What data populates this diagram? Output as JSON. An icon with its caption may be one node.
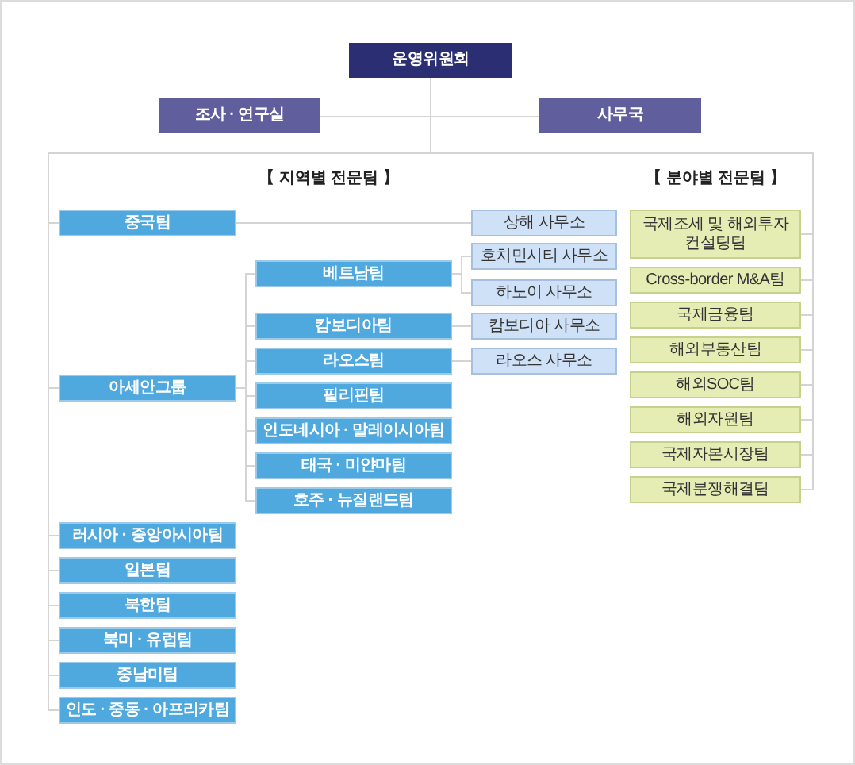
{
  "diagram": {
    "nodes": [
      {
        "text": [
          "운영위원회"
        ]
      },
      {
        "text": [
          "조사 · 연구실"
        ]
      },
      {
        "text": [
          "사무국"
        ]
      },
      {
        "text": [
          "중국팀"
        ]
      },
      {
        "text": [
          "아세안그룹"
        ]
      },
      {
        "text": [
          "베트남팀"
        ]
      },
      {
        "text": [
          "캄보디아팀"
        ]
      },
      {
        "text": [
          "라오스팀"
        ]
      },
      {
        "text": [
          "필리핀팀"
        ]
      },
      {
        "text": [
          "인도네시아 · 말레이시아팀"
        ]
      },
      {
        "text": [
          "태국 · 미얀마팀"
        ]
      },
      {
        "text": [
          "호주 · 뉴질랜드팀"
        ]
      },
      {
        "text": [
          "러시아 · 중앙아시아팀"
        ]
      },
      {
        "text": [
          "일본팀"
        ]
      },
      {
        "text": [
          "북한팀"
        ]
      },
      {
        "text": [
          "북미 · 유럽팀"
        ]
      },
      {
        "text": [
          "중남미팀"
        ]
      },
      {
        "text": [
          "인도 · 중동 · 아프리카팀"
        ]
      },
      {
        "text": [
          "상해 사무소"
        ]
      },
      {
        "text": [
          "호치민시티 사무소"
        ]
      },
      {
        "text": [
          "하노이 사무소"
        ]
      },
      {
        "text": [
          "캄보디아 사무소"
        ]
      },
      {
        "text": [
          "라오스 사무소"
        ]
      },
      {
        "text": [
          "국제조세 및 해외투자 컨설팅팀"
        ]
      },
      {
        "text": [
          "Cross-border M&A팀"
        ]
      },
      {
        "text": [
          "국제금융팀"
        ]
      },
      {
        "text": [
          "해외부동산팀"
        ]
      },
      {
        "text": [
          "해외SOC팀"
        ]
      },
      {
        "text": [
          "해외자원팀"
        ]
      },
      {
        "text": [
          "국제자본시장팀"
        ]
      },
      {
        "text": [
          "국제분쟁해결팀"
        ]
      }
    ],
    "edges": [
      {
        "from": 0,
        "to": 1,
        "arrow": "none"
      },
      {
        "from": 0,
        "to": 2,
        "arrow": "none"
      },
      {
        "from": 0,
        "to": 3,
        "arrow": "none"
      },
      {
        "from": 0,
        "to": 4,
        "arrow": "none"
      },
      {
        "from": 0,
        "to": 12,
        "arrow": "none"
      },
      {
        "from": 0,
        "to": 13,
        "arrow": "none"
      },
      {
        "from": 0,
        "to": 14,
        "arrow": "none"
      },
      {
        "from": 0,
        "to": 15,
        "arrow": "none"
      },
      {
        "from": 0,
        "to": 16,
        "arrow": "none"
      },
      {
        "from": 0,
        "to": 17,
        "arrow": "none"
      },
      {
        "from": 0,
        "to": 23,
        "arrow": "none"
      },
      {
        "from": 0,
        "to": 24,
        "arrow": "none"
      },
      {
        "from": 0,
        "to": 25,
        "arrow": "none"
      },
      {
        "from": 0,
        "to": 26,
        "arrow": "none"
      },
      {
        "from": 0,
        "to": 27,
        "arrow": "none"
      },
      {
        "from": 0,
        "to": 28,
        "arrow": "none"
      },
      {
        "from": 0,
        "to": 29,
        "arrow": "none"
      },
      {
        "from": 0,
        "to": 30,
        "arrow": "none"
      },
      {
        "from": 4,
        "to": 5,
        "arrow": "none"
      },
      {
        "from": 4,
        "to": 6,
        "arrow": "none"
      },
      {
        "from": 4,
        "to": 7,
        "arrow": "none"
      },
      {
        "from": 4,
        "to": 8,
        "arrow": "none"
      },
      {
        "from": 4,
        "to": 9,
        "arrow": "none"
      },
      {
        "from": 4,
        "to": 10,
        "arrow": "none"
      },
      {
        "from": 4,
        "to": 11,
        "arrow": "none"
      },
      {
        "from": 3,
        "to": 18,
        "arrow": "none"
      },
      {
        "from": 5,
        "to": 19,
        "arrow": "none"
      },
      {
        "from": 5,
        "to": 20,
        "arrow": "none"
      },
      {
        "from": 6,
        "to": 21,
        "arrow": "none"
      },
      {
        "from": 7,
        "to": 22,
        "arrow": "none"
      }
    ],
    "labels": [
      "【 지역별 전문팀 】",
      "【 분야별 전문팀 】"
    ]
  }
}
